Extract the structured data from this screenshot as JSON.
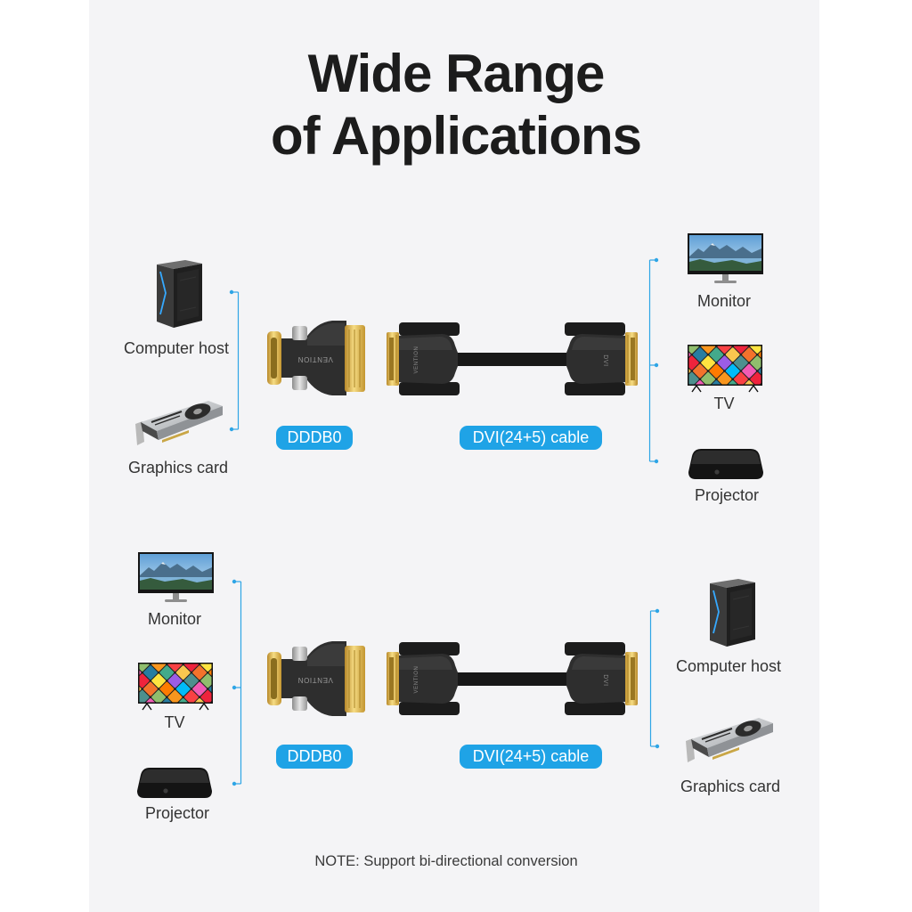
{
  "title": {
    "line1": "Wide Range",
    "line2": "of Applications"
  },
  "sections": [
    {
      "left_devices": [
        {
          "label": "Computer host",
          "icon": "computer-host-icon"
        },
        {
          "label": "Graphics card",
          "icon": "graphics-card-icon"
        }
      ],
      "adapter": {
        "label": "DDDB0",
        "brand": "VENTION"
      },
      "cable": {
        "label": "DVI(24+5) cable",
        "brand": "VENTION",
        "end_mark": "DVI"
      },
      "right_devices": [
        {
          "label": "Monitor",
          "icon": "monitor-icon"
        },
        {
          "label": "TV",
          "icon": "tv-icon"
        },
        {
          "label": "Projector",
          "icon": "projector-icon"
        }
      ]
    },
    {
      "left_devices": [
        {
          "label": "Monitor",
          "icon": "monitor-icon"
        },
        {
          "label": "TV",
          "icon": "tv-icon"
        },
        {
          "label": "Projector",
          "icon": "projector-icon"
        }
      ],
      "adapter": {
        "label": "DDDB0",
        "brand": "VENTION"
      },
      "cable": {
        "label": "DVI(24+5) cable",
        "brand": "VENTION",
        "end_mark": "DVI"
      },
      "right_devices": [
        {
          "label": "Computer host",
          "icon": "computer-host-icon"
        },
        {
          "label": "Graphics card",
          "icon": "graphics-card-icon"
        }
      ]
    }
  ],
  "note": "NOTE: Support bi-directional conversion",
  "colors": {
    "accent": "#1fa3e6",
    "panel": "#f4f4f6",
    "title": "#1c1c1c",
    "label": "#333333"
  }
}
